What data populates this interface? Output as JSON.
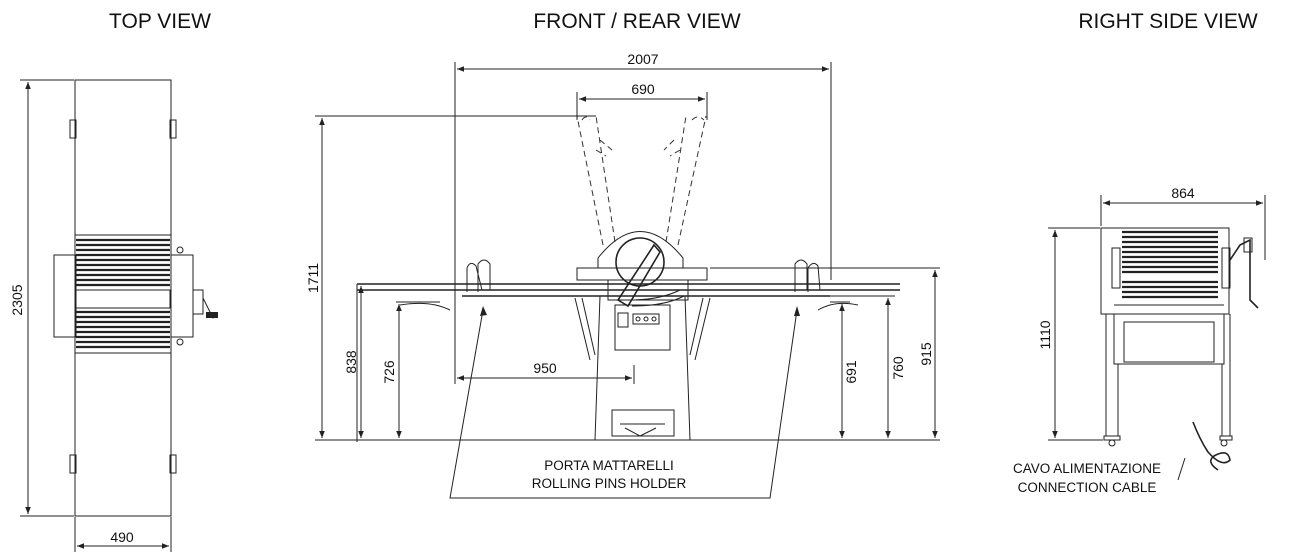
{
  "views": {
    "top": "TOP VIEW",
    "front": "FRONT / REAR VIEW",
    "side": "RIGHT SIDE VIEW"
  },
  "dimensions": {
    "top_height": "2305",
    "top_width": "490",
    "front_total_width": "2007",
    "front_roller_span": "690",
    "front_total_height": "1711",
    "front_838": "838",
    "front_726": "726",
    "front_950": "950",
    "front_691": "691",
    "front_760": "760",
    "front_915": "915",
    "side_width": "864",
    "side_height": "1110"
  },
  "labels": {
    "pins_it": "PORTA MATTARELLI",
    "pins_en": "ROLLING PINS HOLDER",
    "cable_it": "CAVO ALIMENTAZIONE",
    "cable_en": "CONNECTION CABLE"
  }
}
